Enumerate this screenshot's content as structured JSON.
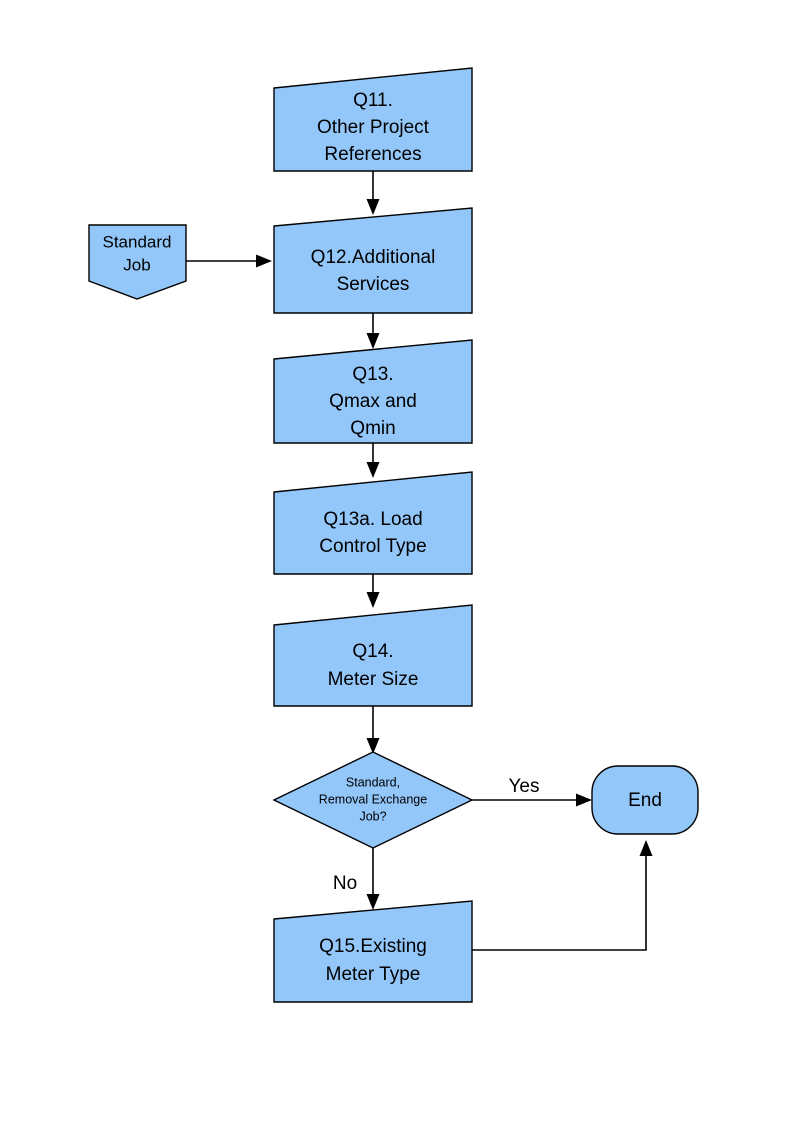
{
  "diagram": {
    "type": "flowchart",
    "orientation": "top-to-bottom",
    "palette": {
      "node_fill": "#93C7FA",
      "node_stroke": "#000000",
      "edge_stroke": "#000000",
      "canvas": "#ffffff",
      "text": "#000000"
    },
    "nodes": [
      {
        "id": "q11",
        "name": "q11-other-project-references",
        "shape": "slanted-top-box",
        "lines": [
          "Q11.",
          "Other Project",
          "References"
        ]
      },
      {
        "id": "standard-job",
        "name": "standard-job",
        "shape": "down-pointing-pentagon",
        "lines": [
          "Standard",
          "Job"
        ]
      },
      {
        "id": "q12",
        "name": "q12-additional-services",
        "shape": "slanted-top-box",
        "lines": [
          "Q12.Additional",
          "Services"
        ]
      },
      {
        "id": "q13",
        "name": "q13-qmax-and-qmin",
        "shape": "slanted-top-box",
        "lines": [
          "Q13.",
          "Qmax and",
          "Qmin"
        ]
      },
      {
        "id": "q13a",
        "name": "q13a-load-control-type",
        "shape": "slanted-top-box",
        "lines": [
          "Q13a. Load",
          "Control Type"
        ]
      },
      {
        "id": "q14",
        "name": "q14-meter-size",
        "shape": "slanted-top-box",
        "lines": [
          "Q14.",
          "Meter Size"
        ]
      },
      {
        "id": "decision",
        "name": "decision-standard-removal-exchange-job",
        "shape": "diamond",
        "lines": [
          "Standard,",
          "Removal Exchange",
          "Job?"
        ]
      },
      {
        "id": "end",
        "name": "end-terminator",
        "shape": "rounded-terminator",
        "lines": [
          "End"
        ]
      },
      {
        "id": "q15",
        "name": "q15-existing-meter-type",
        "shape": "slanted-top-box",
        "lines": [
          "Q15.Existing",
          "Meter Type"
        ]
      }
    ],
    "edges": [
      {
        "id": "e-q11-q12",
        "name": "edge-q11-to-q12",
        "from": "q11",
        "to": "q12",
        "label": ""
      },
      {
        "id": "e-std-q12",
        "name": "edge-standard-job-to-q12",
        "from": "standard-job",
        "to": "q12",
        "label": ""
      },
      {
        "id": "e-q12-q13",
        "name": "edge-q12-to-q13",
        "from": "q12",
        "to": "q13",
        "label": ""
      },
      {
        "id": "e-q13-q13a",
        "name": "edge-q13-to-q13a",
        "from": "q13",
        "to": "q13a",
        "label": ""
      },
      {
        "id": "e-q13a-q14",
        "name": "edge-q13a-to-q14",
        "from": "q13a",
        "to": "q14",
        "label": ""
      },
      {
        "id": "e-q14-decision",
        "name": "edge-q14-to-decision",
        "from": "q14",
        "to": "decision",
        "label": ""
      },
      {
        "id": "e-decision-end",
        "name": "edge-decision-to-end-yes",
        "from": "decision",
        "to": "end",
        "label": "Yes"
      },
      {
        "id": "e-decision-q15",
        "name": "edge-decision-to-q15-no",
        "from": "decision",
        "to": "q15",
        "label": "No"
      },
      {
        "id": "e-q15-end",
        "name": "edge-q15-to-end",
        "from": "q15",
        "to": "end",
        "label": ""
      }
    ],
    "labels": {
      "yes": "Yes",
      "no": "No"
    }
  }
}
